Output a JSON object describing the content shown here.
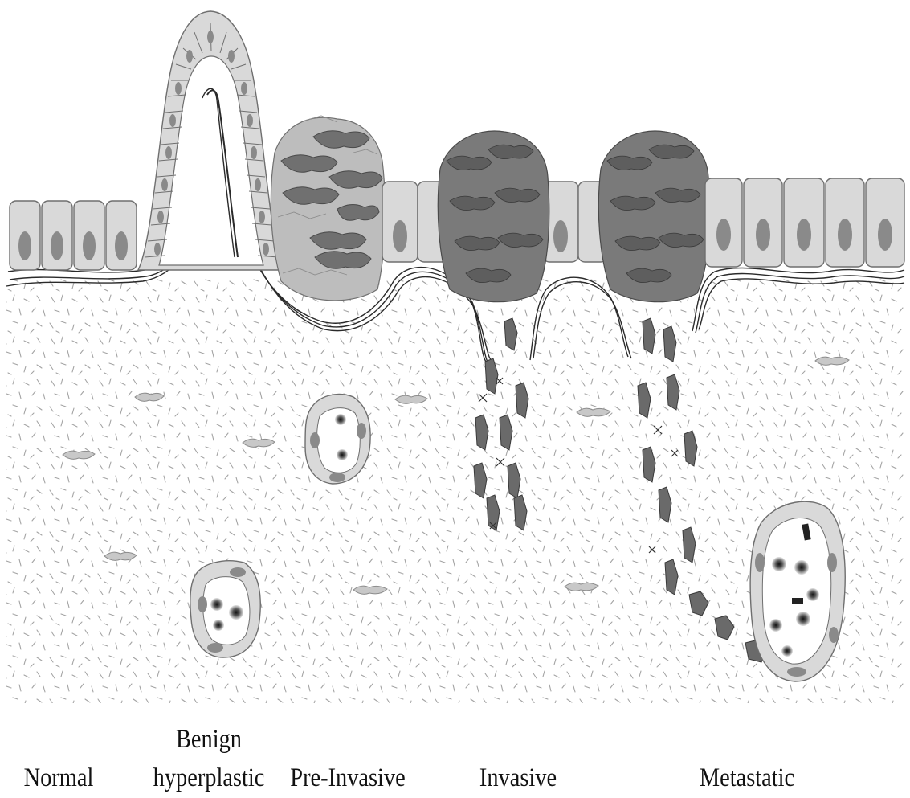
{
  "labels": {
    "normal": "Normal",
    "benign_line1": "Benign",
    "benign_line2": "hyperplastic",
    "pre_invasive": "Pre-Invasive",
    "invasive": "Invasive",
    "metastatic": "Metastatic"
  },
  "colors": {
    "cell_fill": "#d9d9d9",
    "cell_stroke": "#6f6f6f",
    "nucleus": "#8a8a8a",
    "tumor_dark": "#707070",
    "tumor_light": "#bdbdbd",
    "stroma_dash": "#9a9a9a",
    "basement_membrane": "#2a2a2a",
    "background": "#ffffff"
  }
}
